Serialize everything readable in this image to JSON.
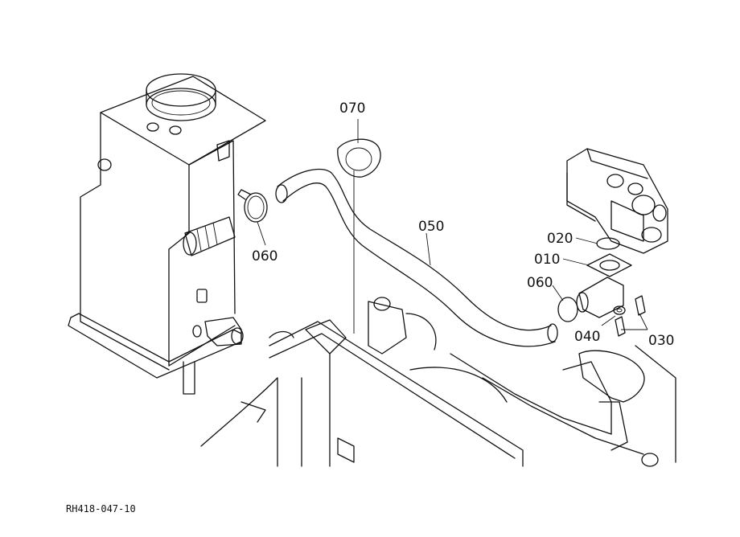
{
  "diagram": {
    "drawing_code": "RH418-047-10",
    "callouts": [
      {
        "id": "c070",
        "text": "070"
      },
      {
        "id": "c050",
        "text": "050"
      },
      {
        "id": "c060a",
        "text": "060"
      },
      {
        "id": "c060b",
        "text": "060"
      },
      {
        "id": "c020",
        "text": "020"
      },
      {
        "id": "c010",
        "text": "010"
      },
      {
        "id": "c040",
        "text": "040"
      },
      {
        "id": "c030",
        "text": "030"
      }
    ]
  }
}
